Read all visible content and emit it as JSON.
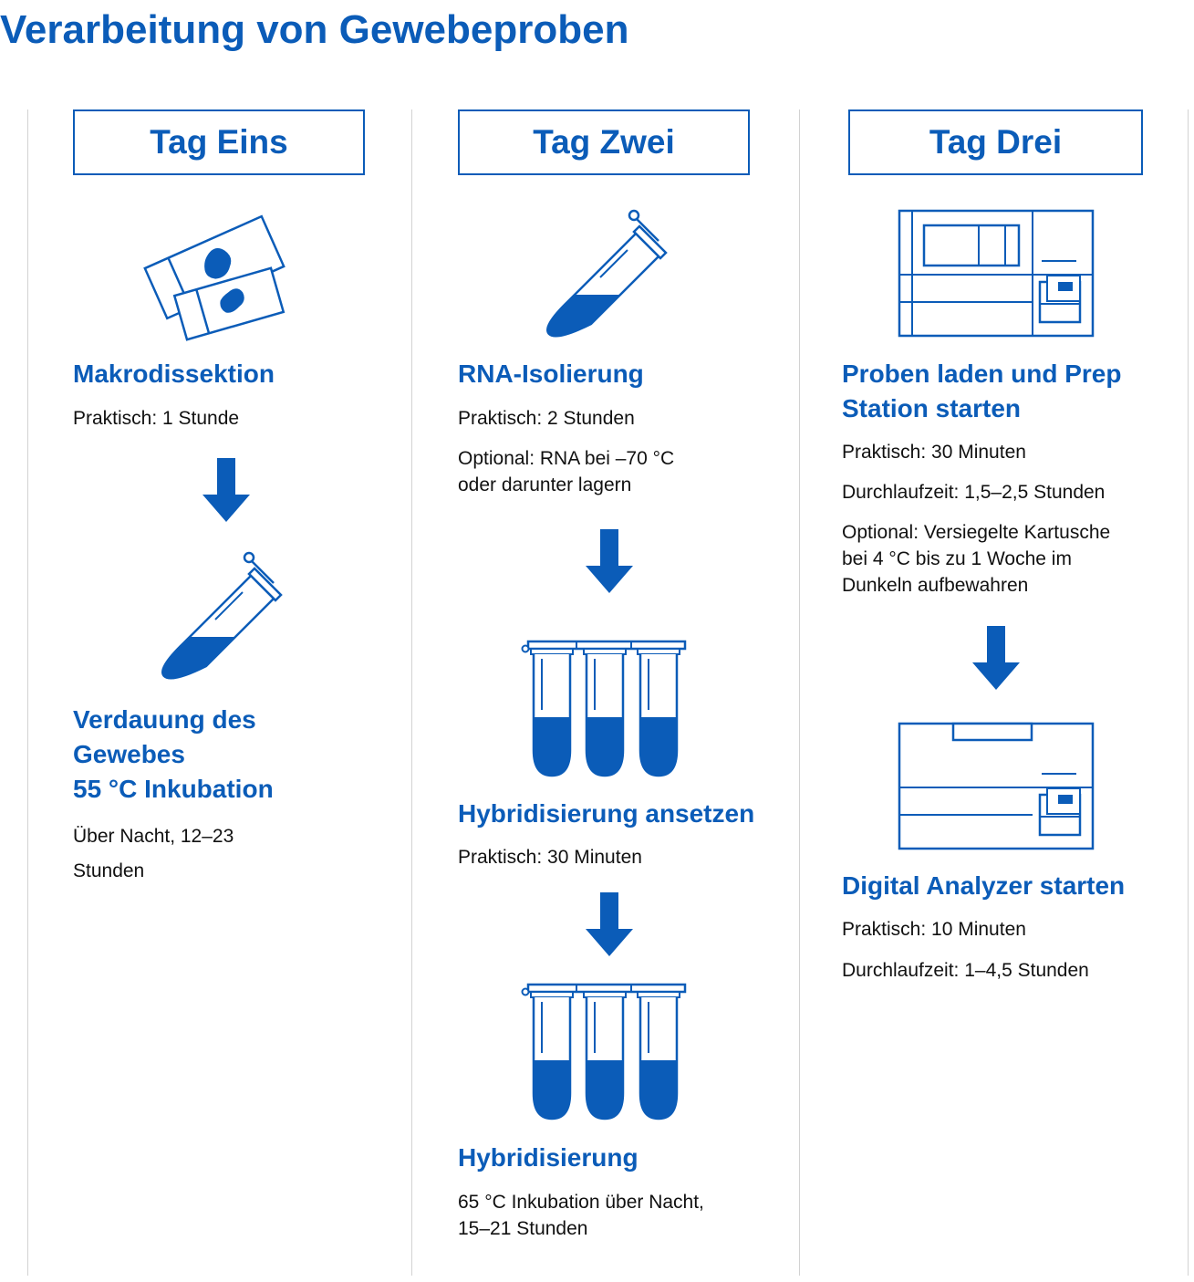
{
  "title": "Verarbeitung von Gewebeproben",
  "colors": {
    "accent": "#0b5cb8",
    "text": "#111111",
    "divider": "#d2d2d2"
  },
  "columns": [
    {
      "day": "Tag Eins",
      "steps": [
        {
          "icon": "tissue-slides-icon",
          "title_lines": [
            "Makrodissektion"
          ],
          "notes": [
            "Praktisch: 1 Stunde"
          ]
        },
        {
          "icon": "sample-tube-icon",
          "title_lines": [
            "Verdauung des",
            "Gewebes",
            "55 °C Inkubation"
          ],
          "notes": [
            "Über Nacht, 12–23",
            "Stunden"
          ]
        }
      ]
    },
    {
      "day": "Tag Zwei",
      "steps": [
        {
          "icon": "sample-tube-icon",
          "title_lines": [
            "RNA-Isolierung"
          ],
          "notes": [
            "Praktisch: 2 Stunden",
            "Optional: RNA bei –70 °C",
            "oder darunter lagern"
          ]
        },
        {
          "icon": "tube-strip-icon",
          "title_lines": [
            "Hybridisierung ansetzen"
          ],
          "notes": [
            "Praktisch: 30 Minuten"
          ]
        },
        {
          "icon": "tube-strip-icon",
          "title_lines": [
            "Hybridisierung"
          ],
          "notes": [
            "65 °C Inkubation über Nacht,",
            "15–21 Stunden"
          ]
        }
      ]
    },
    {
      "day": "Tag Drei",
      "steps": [
        {
          "icon": "prep-station-icon",
          "title_lines": [
            "Proben laden und Prep",
            "Station starten"
          ],
          "notes": [
            "Praktisch: 30 Minuten",
            "Durchlaufzeit: 1,5–2,5 Stunden",
            "Optional: Versiegelte Kartusche",
            "bei 4 °C bis zu 1 Woche im",
            "Dunkeln aufbewahren"
          ]
        },
        {
          "icon": "digital-analyzer-icon",
          "title_lines": [
            "Digital Analyzer starten"
          ],
          "notes": [
            "Praktisch: 10 Minuten",
            "Durchlaufzeit: 1–4,5 Stunden"
          ]
        }
      ]
    }
  ]
}
